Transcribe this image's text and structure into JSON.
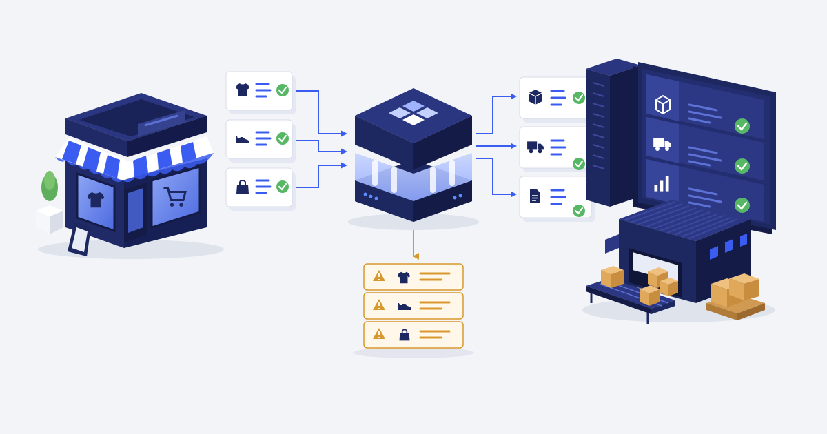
{
  "diagram": {
    "type": "integration-flow",
    "nodes": [
      {
        "id": "storefront",
        "kind": "store",
        "icons": [
          "t-shirt-icon",
          "shopping-cart-icon"
        ]
      },
      {
        "id": "incoming-items",
        "kind": "card-stack",
        "items": [
          {
            "icon": "t-shirt-icon",
            "status": "ok"
          },
          {
            "icon": "sneaker-icon",
            "status": "ok"
          },
          {
            "icon": "shopping-bag-icon",
            "status": "ok"
          }
        ]
      },
      {
        "id": "hub",
        "kind": "integration-server",
        "icon": "app-grid-icon"
      },
      {
        "id": "outgoing-items",
        "kind": "card-stack",
        "items": [
          {
            "icon": "package-icon",
            "status": "ok"
          },
          {
            "icon": "delivery-truck-icon",
            "status": "ok"
          },
          {
            "icon": "document-icon",
            "status": "ok"
          }
        ]
      },
      {
        "id": "backend-dashboard",
        "kind": "server-with-panel",
        "rows": [
          {
            "icon": "package-icon",
            "status": "ok"
          },
          {
            "icon": "delivery-truck-icon",
            "status": "ok"
          },
          {
            "icon": "bar-chart-icon",
            "status": "ok"
          }
        ]
      },
      {
        "id": "warehouse",
        "kind": "warehouse",
        "icons": [
          "cardboard-box-icon",
          "conveyor-icon",
          "pallet-icon"
        ]
      },
      {
        "id": "error-queue",
        "kind": "card-stack",
        "items": [
          {
            "icon": "t-shirt-icon",
            "status": "warning"
          },
          {
            "icon": "sneaker-icon",
            "status": "warning"
          },
          {
            "icon": "shopping-bag-icon",
            "status": "warning"
          }
        ]
      }
    ],
    "edges": [
      {
        "from": "storefront",
        "to": "incoming-items"
      },
      {
        "from": "incoming-items",
        "to": "hub"
      },
      {
        "from": "hub",
        "to": "outgoing-items"
      },
      {
        "from": "outgoing-items",
        "to": "backend-dashboard"
      },
      {
        "from": "hub",
        "to": "error-queue"
      }
    ]
  },
  "colors": {
    "background": "#f2f4f8",
    "navy": "#1d2760",
    "navy_dark": "#141b47",
    "accent_blue": "#3b5cf0",
    "success_green": "#56b865",
    "warning_orange": "#d9982e",
    "warning_fill": "#fff8ea",
    "box_tan": "#e0a85a"
  }
}
